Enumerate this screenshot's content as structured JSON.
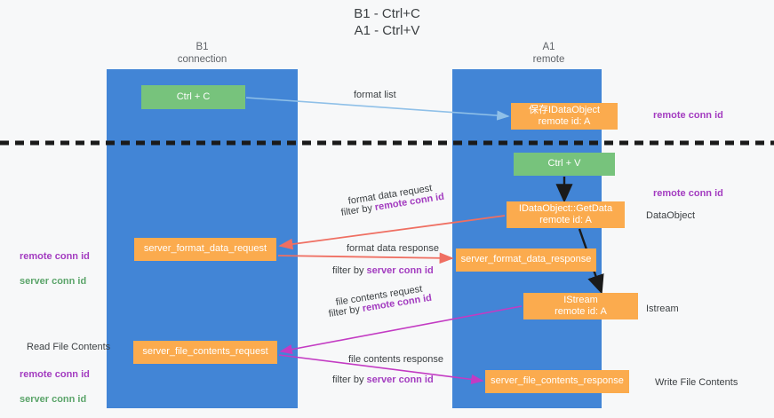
{
  "title": "B1 - Ctrl+C\nA1 - Ctrl+V",
  "lanes": [
    {
      "id": "b1",
      "title": "B1\nconnection",
      "color": "#4285d6"
    },
    {
      "id": "a1",
      "title": "A1\nremote",
      "color": "#4285d6"
    }
  ],
  "colors": {
    "lane": "#4285d6",
    "green_node": "#77c37c",
    "orange_node": "#fbab4e",
    "purple_text": "#a33cc0",
    "green_text": "#5aa469",
    "dark_text": "#3c4043",
    "arrow_blue": "#8fc0e8",
    "arrow_red": "#ef6f62",
    "arrow_magenta": "#c33bc3",
    "arrow_black": "#1a1a1a",
    "divider": "#1a1a1a",
    "background": "#f7f8f9"
  },
  "nodes": {
    "ctrl_c": "Ctrl + C",
    "save_idataobject": "保存IDataObject\nremote id: A",
    "ctrl_v": "Ctrl + V",
    "getdata": "IDataObject::GetData\nremote id: A",
    "server_format_data_request": "server_format_data_request",
    "server_format_data_response": "server_format_data_response",
    "istream": "IStream\nremote id: A",
    "server_file_contents_request": "server_file_contents_request",
    "server_file_contents_response": "server_file_contents_response"
  },
  "right_notes": {
    "remote_conn_id_1": "remote conn id",
    "remote_conn_id_2": "remote conn id",
    "dataobject": "DataObject",
    "istream": "Istream",
    "write_file_contents": "Write File Contents"
  },
  "left_notes": {
    "remote_conn_id": "remote conn id",
    "server_conn_id": "server conn id",
    "read_file_contents": "Read File Contents",
    "remote_conn_id_2": "remote conn id",
    "server_conn_id_2": "server conn id"
  },
  "edge_labels": {
    "format_list": "format list",
    "format_data_request": "format data request",
    "filter_by_remote_1_prefix": "filter by ",
    "filter_by_remote_1_value": "remote conn id",
    "format_data_response": "format data response",
    "filter_by_server_1_prefix": "filter by ",
    "filter_by_server_1_value": "server conn id",
    "file_contents_request": "file contents request",
    "filter_by_remote_2_prefix": "filter by ",
    "filter_by_remote_2_value": "remote conn id",
    "file_contents_response": "file contents response",
    "filter_by_server_2_prefix": "filter by ",
    "filter_by_server_2_value": "server conn id"
  }
}
